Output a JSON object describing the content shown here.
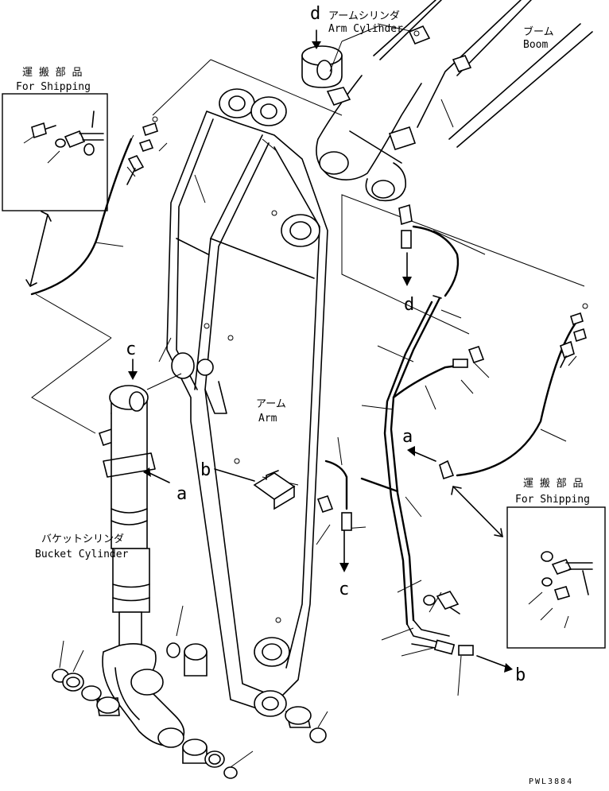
{
  "labels": {
    "arm_cylinder_jp": "アームシリンダ",
    "arm_cylinder_en": "Arm Cylinder",
    "boom_jp": "ブーム",
    "boom_en": "Boom",
    "arm_jp": "アーム",
    "arm_en": "Arm",
    "bucket_cylinder_jp": "バケットシリンダ",
    "bucket_cylinder_en": "Bucket Cylinder",
    "shipping_jp": "運 搬 部 品",
    "shipping_en_left": "For Shipping",
    "shipping_en_right": "For Shipping",
    "drawing_code": "PWL3884"
  },
  "markers": {
    "a": "a",
    "b": "b",
    "c": "c",
    "d": "d"
  },
  "colors": {
    "line": "#000000",
    "background": "#ffffff"
  }
}
